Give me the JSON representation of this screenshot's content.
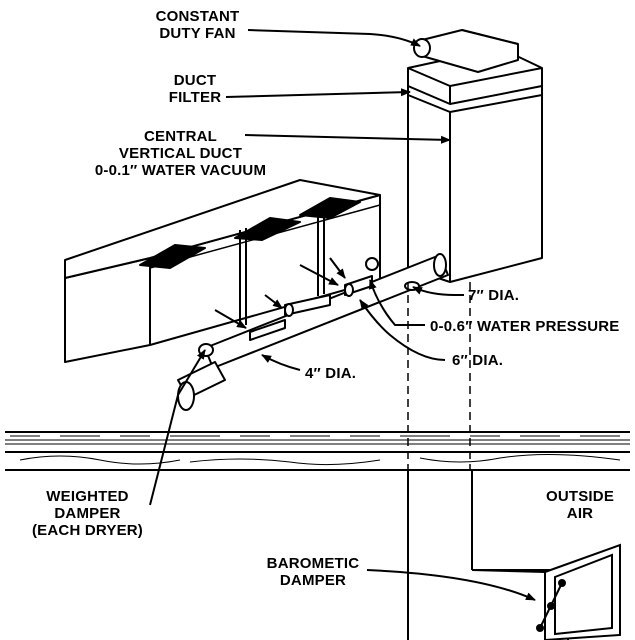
{
  "labels": {
    "constant_duty_fan": [
      "CONSTANT",
      "DUTY FAN"
    ],
    "duct_filter": [
      "DUCT",
      "FILTER"
    ],
    "central_vertical_duct": [
      "CENTRAL",
      "VERTICAL DUCT",
      "0-0.1″ WATER VACUUM"
    ],
    "seven_dia": "7″ DIA.",
    "water_pressure": "0-0.6″ WATER PRESSURE",
    "six_dia": "6″ DIA.",
    "four_dia": "4″ DIA.",
    "weighted_damper": [
      "WEIGHTED",
      "DAMPER",
      "(EACH DRYER)"
    ],
    "outside_air": [
      "OUTSIDE",
      "AIR"
    ],
    "barometric_damper": [
      "BAROMETIC",
      "DAMPER"
    ]
  },
  "colors": {
    "ink": "#000000",
    "paper": "#ffffff"
  }
}
